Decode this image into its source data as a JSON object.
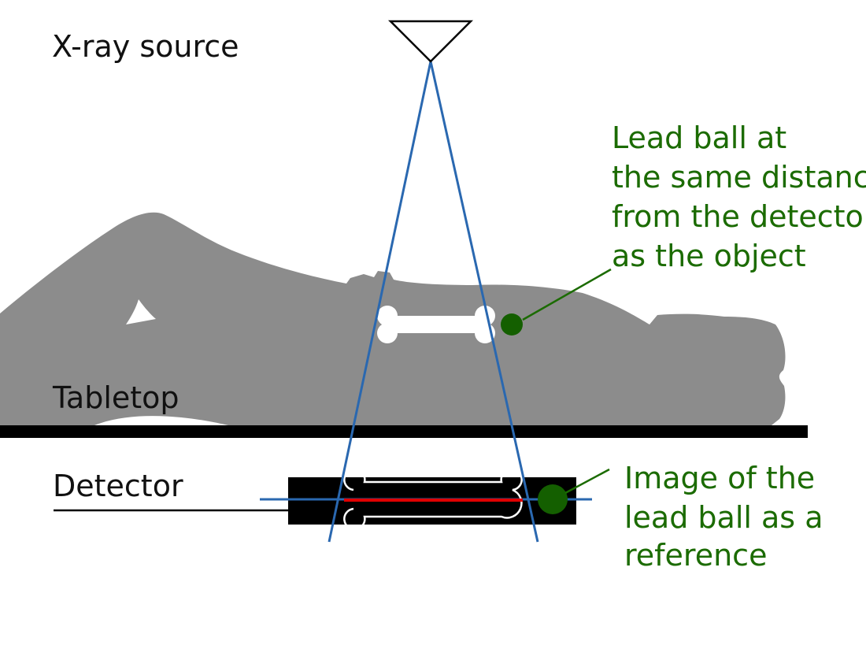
{
  "labels": {
    "xray_source": "X-ray source",
    "tabletop": "Tabletop",
    "detector": "Detector",
    "lead_ball_lines": [
      "Lead ball at",
      "the same distance",
      "from the detector",
      "as the object"
    ],
    "image_ref_lines": [
      "Image of the",
      "lead ball as a",
      "reference"
    ]
  },
  "colors": {
    "silhouette": "#8c8c8c",
    "beam": "#2a68b0",
    "annotation": "#1b6b00",
    "lead_ball": "#145f00",
    "measurement": "#e00000",
    "detector": "#000000",
    "tabletop": "#000000",
    "bone": "#ffffff"
  },
  "icons": {
    "source": "triangle-source-icon",
    "patient": "patient-silhouette-icon",
    "bone": "bone-icon",
    "lead_ball": "lead-ball-icon"
  }
}
